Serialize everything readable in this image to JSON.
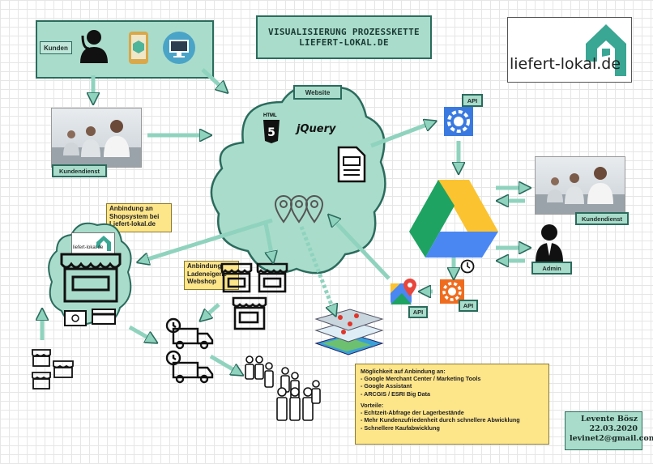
{
  "title": {
    "line1": "VISUALISIERUNG PROZESSKETTE",
    "line2": "LIEFERT-LOKAL.DE"
  },
  "logo": {
    "text": "liefert-lokal.de"
  },
  "labels": {
    "kunden": "Kunden",
    "kundendienst_left": "Kundendienst",
    "website": "Website",
    "api_top": "API",
    "kundendienst_right": "Kundendienst",
    "admin": "Admin",
    "api_maps": "API",
    "api_gear": "API",
    "shop_logo": "liefert-lokal.de",
    "html5": "HTML",
    "jquery": "jQuery"
  },
  "notes": {
    "shopsystem": [
      "Anbindung an",
      "Shopsystem bei",
      "Liefert-lokal.de"
    ],
    "webshop": [
      "Anbindung:",
      "Ladeneigene",
      "Webshop"
    ]
  },
  "info": {
    "heading": "Möglichkeit auf Anbindung an:",
    "items": [
      "- Google Merchant Center / Marketing Tools",
      "- Google Assistant",
      "- ARCGIS / ESRI Big Data"
    ],
    "vorteile_heading": "Vorteile:",
    "vorteile": [
      "- Echtzeit-Abfrage der Lagerbestände",
      "- Mehr Kundenzufriedenheit durch schnellere Abwicklung",
      "- Schnellere Kaufabwicklung"
    ]
  },
  "signature": {
    "name": "Levente Bösz",
    "date": "22.03.2020",
    "email": "levinet2@gmail.com"
  },
  "colors": {
    "teal": "#a9dccb",
    "teal_border": "#2b6b5c",
    "arrow": "#8fd3be",
    "yellow": "#fde58a",
    "logo_teal": "#3aa694"
  }
}
